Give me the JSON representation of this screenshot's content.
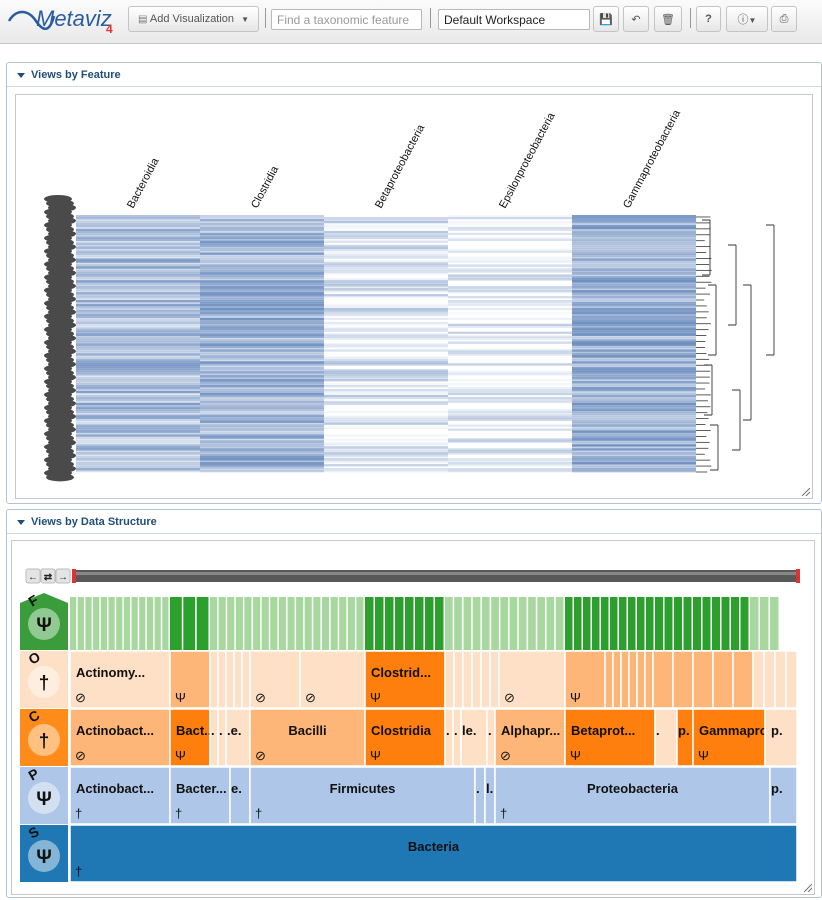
{
  "app": {
    "logo_text": "Metaviz",
    "logo_version": "4"
  },
  "toolbar": {
    "add_visualization_label": "Add Visualization",
    "search_placeholder": "Find a taxonomic feature",
    "workspace_value": "Default Workspace",
    "save_icon": "save-icon",
    "undo_icon": "undo-icon",
    "delete_icon": "trash-icon",
    "help_label": "?",
    "info_icon": "info-icon",
    "print_icon": "print-icon"
  },
  "panels": {
    "views_by_feature": "Views by Feature",
    "views_by_data_structure": "Views by Data Structure"
  },
  "heatmap": {
    "columns": [
      "Bacteroidia",
      "Clostridia",
      "Betaproteobacteria",
      "Epsilonproteobacteria",
      "Gammaproteobacteria"
    ],
    "column_density": [
      0.55,
      0.65,
      0.2,
      0.1,
      0.7
    ],
    "color": "#5b80b8"
  },
  "icicle": {
    "level_letters": [
      "F",
      "O",
      "C",
      "P",
      "S"
    ],
    "level_colors": [
      "#3a9c3a",
      "#fde0c5",
      "#ff8c1a",
      "#aec7e8",
      "#1f77b4"
    ],
    "order_labels": [
      "Actinomy...",
      "Clostrid..."
    ],
    "class_labels": [
      "Actinobact...",
      "Bact...",
      ".",
      ".",
      ".e.",
      "Bacilli",
      "Clostridia",
      ".",
      ".",
      "le.",
      ".",
      "Alphapr...",
      "Betaprot...",
      ".",
      "p.",
      "Gammaprot..",
      "p."
    ],
    "phylum_labels": [
      "Actinobact...",
      "Bacter...",
      "e.",
      "Firmicutes",
      ".",
      "l.",
      "Proteobacteria",
      "p."
    ],
    "superkingdom_label": "Bacteria"
  }
}
